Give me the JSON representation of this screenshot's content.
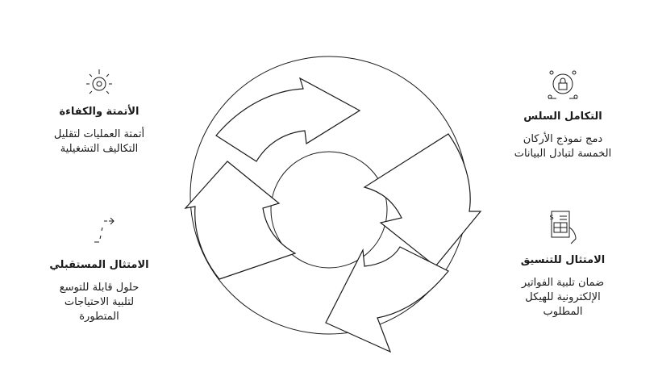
{
  "colors": {
    "ink": "#1a1a1a",
    "background": "#ffffff"
  },
  "left_top": {
    "icon": "sun-gear-icon",
    "title": "الأتمتة والكفاءة",
    "desc_line1": "أتمتة العمليات لتقليل",
    "desc_line2": "التكاليف التشغيلية"
  },
  "left_bottom": {
    "icon": "dashed-arrow-icon",
    "title": "الامتثال المستقبلي",
    "desc_line1": "حلول قابلة للتوسع",
    "desc_line2": "لتلبية الاحتياجات",
    "desc_line3": "المتطورة"
  },
  "right_top": {
    "icon": "lock-network-icon",
    "title": "التكامل السلس",
    "desc_line1": "دمج نموذج الأركان",
    "desc_line2": "الخمسة لتبادل البيانات"
  },
  "right_bottom": {
    "icon": "invoice-hand-icon",
    "title": "الامتثال للتنسيق",
    "desc_line1": "ضمان تلبية الفواتير",
    "desc_line2": "الإلكترونية للهيكل",
    "desc_line3": "المطلوب"
  }
}
